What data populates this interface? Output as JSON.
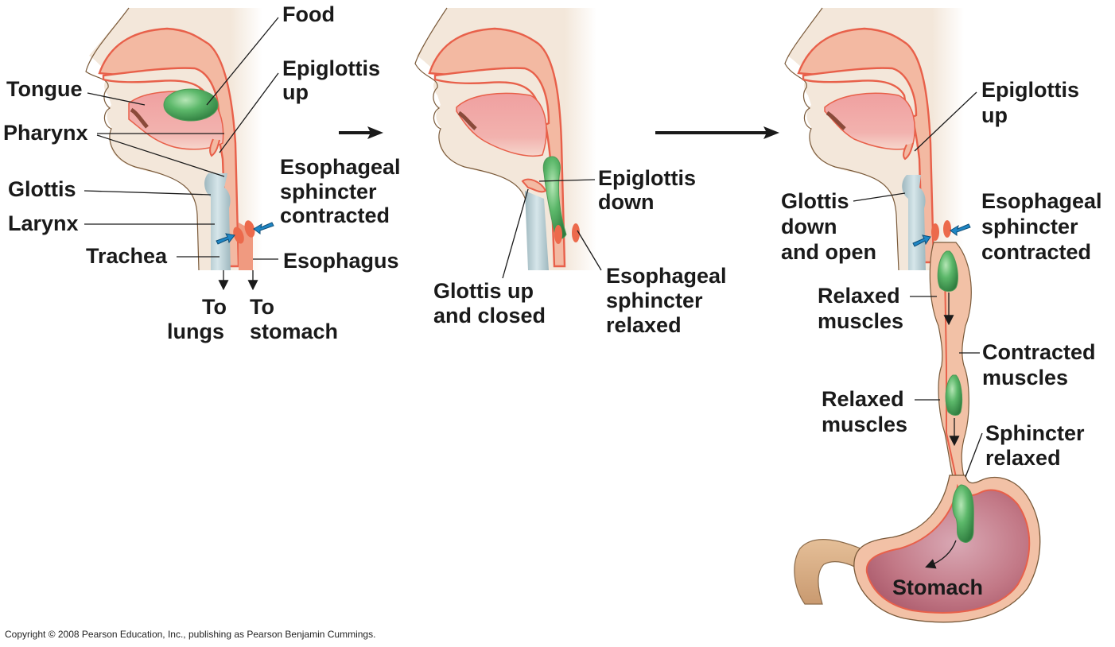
{
  "figure": {
    "panel1": {
      "labels": {
        "food": "Food",
        "epiglottis_up_1": "Epiglottis",
        "epiglottis_up_2": "up",
        "tongue": "Tongue",
        "pharynx": "Pharynx",
        "glottis": "Glottis",
        "larynx": "Larynx",
        "trachea": "Trachea",
        "esoph_sphincter_1": "Esophageal",
        "esoph_sphincter_2": "sphincter",
        "esoph_sphincter_3": "contracted",
        "esophagus": "Esophagus",
        "to_lungs_1": "To",
        "to_lungs_2": "lungs",
        "to_stomach_1": "To",
        "to_stomach_2": "stomach"
      }
    },
    "panel2": {
      "labels": {
        "epiglottis_down_1": "Epiglottis",
        "epiglottis_down_2": "down",
        "glottis_up_1": "Glottis up",
        "glottis_up_2": "and closed",
        "esoph_sphincter_1": "Esophageal",
        "esoph_sphincter_2": "sphincter",
        "esoph_sphincter_3": "relaxed"
      }
    },
    "panel3": {
      "labels": {
        "epiglottis_up_1": "Epiglottis",
        "epiglottis_up_2": "up",
        "glottis_down_1": "Glottis",
        "glottis_down_2": "down",
        "glottis_down_3": "and open",
        "esoph_sphincter_1": "Esophageal",
        "esoph_sphincter_2": "sphincter",
        "esoph_sphincter_3": "contracted",
        "relaxed_1_1": "Relaxed",
        "relaxed_1_2": "muscles",
        "contracted_1": "Contracted",
        "contracted_2": "muscles",
        "relaxed_2_1": "Relaxed",
        "relaxed_2_2": "muscles",
        "sphincter_relaxed_1": "Sphincter",
        "sphincter_relaxed_2": "relaxed",
        "stomach": "Stomach"
      }
    },
    "copyright": "Copyright © 2008 Pearson Education, Inc., publishing as Pearson Benjamin Cummings.",
    "colors": {
      "food_green": "#5cb86a",
      "sphincter_red": "#ec6a4c",
      "pressure_arrow_blue": "#1f86c4",
      "tissue_beige": "#f3e7da",
      "mucosa_pink": "#f3b9a2"
    }
  }
}
